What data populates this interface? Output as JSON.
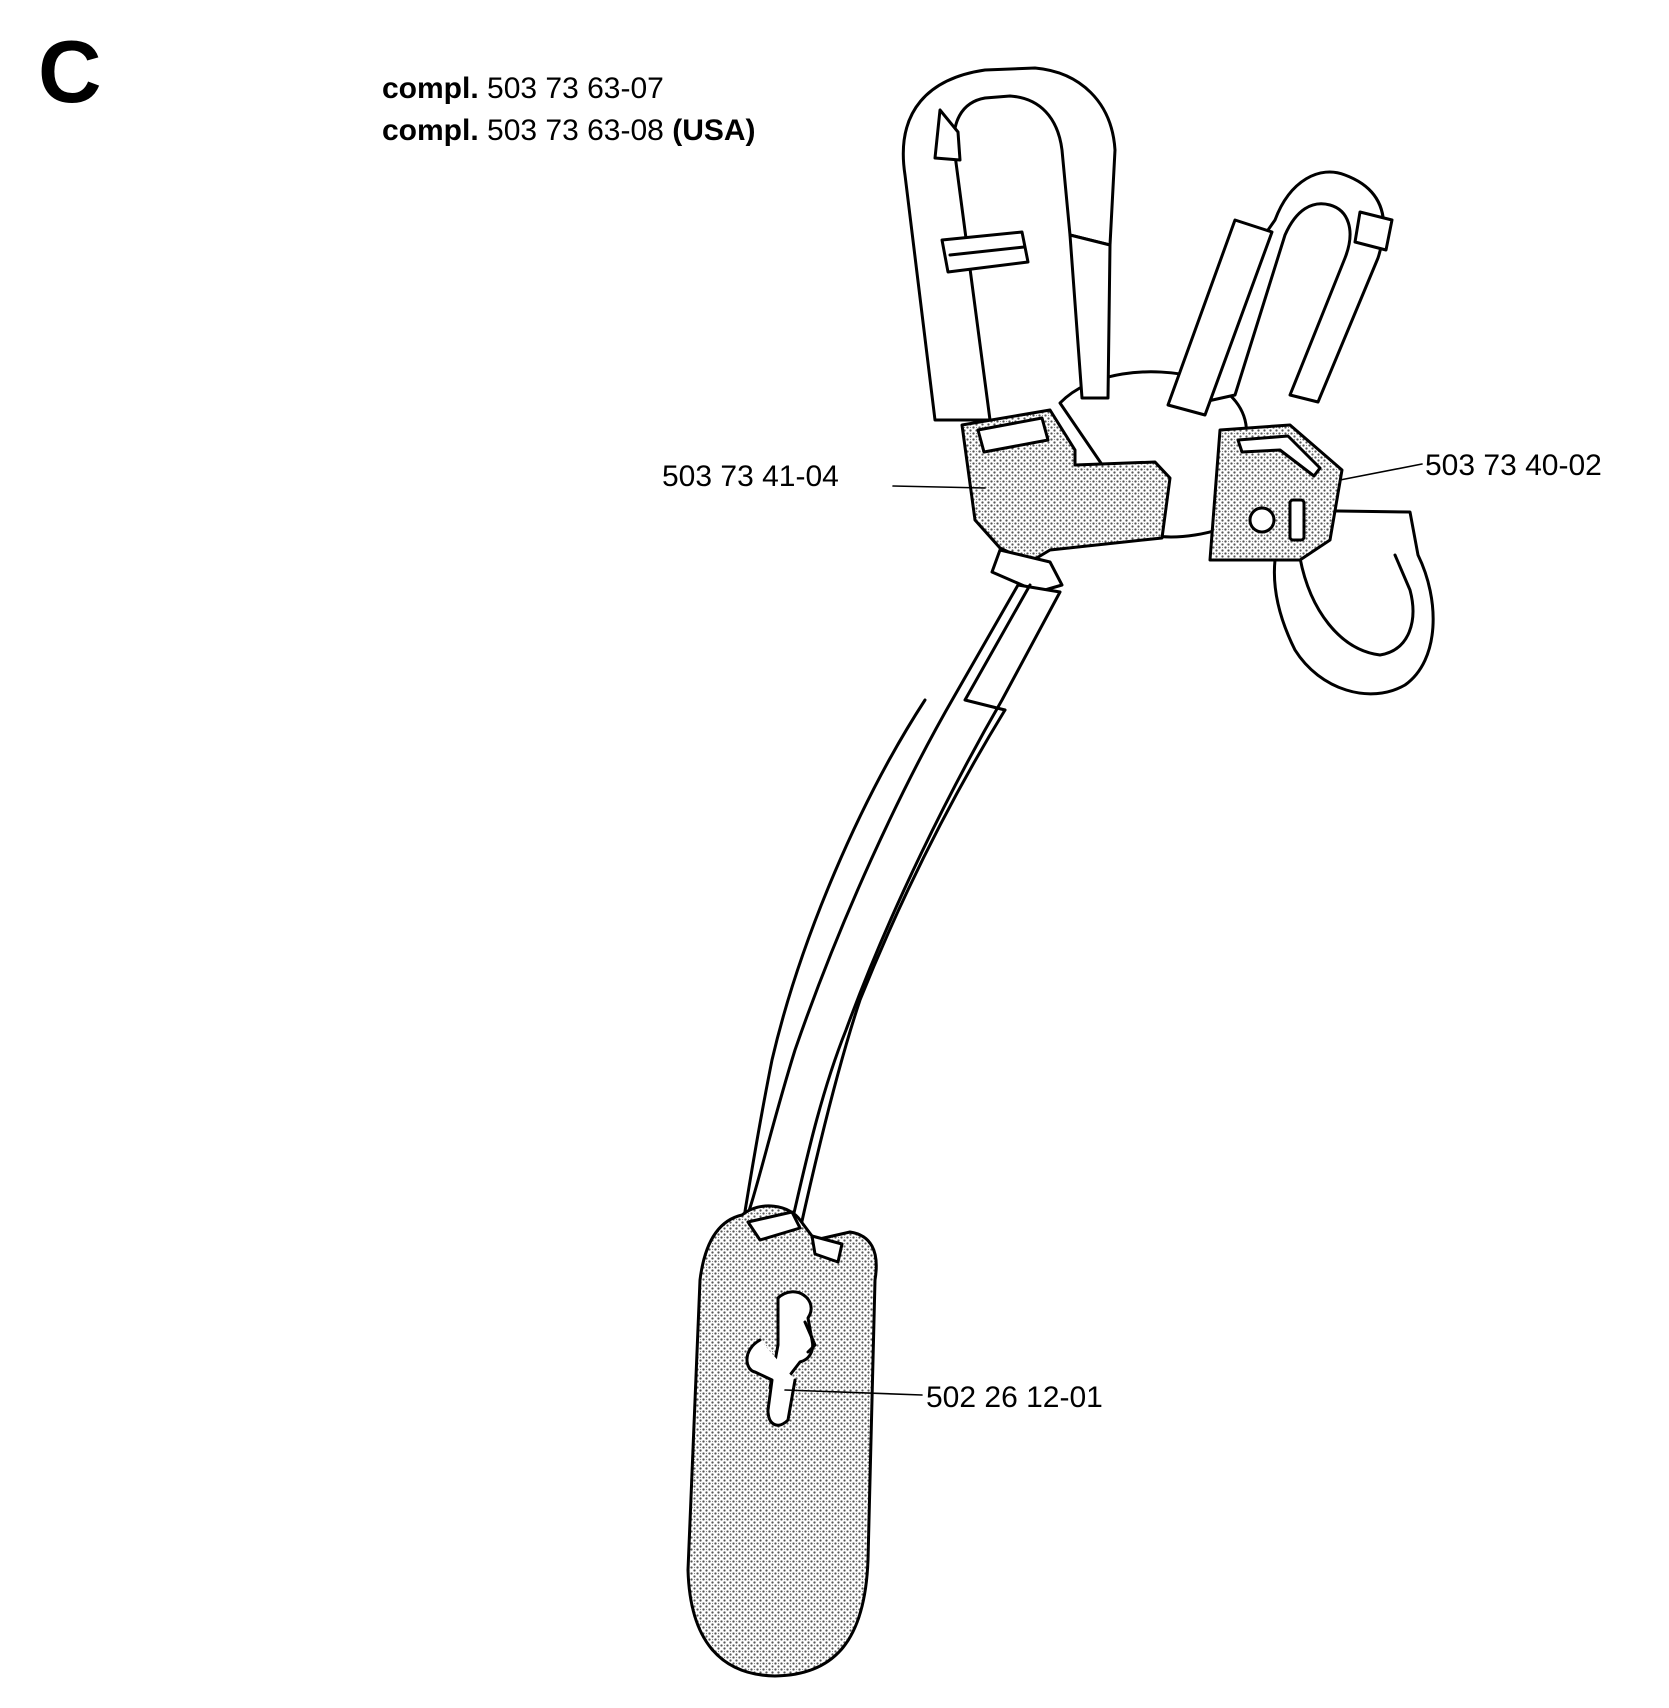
{
  "section": {
    "letter": "C"
  },
  "header": {
    "compl": [
      {
        "keyword": "compl.",
        "number": "503 73 63-07",
        "tag": ""
      },
      {
        "keyword": "compl.",
        "number": "503 73 63-08",
        "tag": "(USA)"
      }
    ]
  },
  "parts": {
    "left_buckle": "503 73 41-04",
    "right_buckle": "503 73 40-02",
    "hook": "502 26 12-01"
  },
  "colors": {
    "ink": "#000000",
    "paper": "#ffffff",
    "shade": "#b9b9b9"
  }
}
